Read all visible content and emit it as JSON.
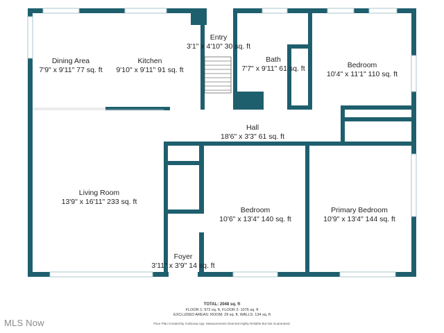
{
  "plan": {
    "wall_color": "#1e5f6e",
    "window_color": "#a8c4ce",
    "rooms": [
      {
        "id": "dining",
        "name": "Dining Area",
        "dims": "7'9\" x 9'11\" 77 sq. ft"
      },
      {
        "id": "kitchen",
        "name": "Kitchen",
        "dims": "9'10\" x 9'11\" 91 sq. ft"
      },
      {
        "id": "entry",
        "name": "Entry",
        "dims": "3'1\" x 4'10\" 30 sq. ft"
      },
      {
        "id": "bath",
        "name": "Bath",
        "dims": "7'7\" x 9'11\" 61 sq. ft"
      },
      {
        "id": "bedroom1",
        "name": "Bedroom",
        "dims": "10'4\" x 11'1\" 110 sq. ft"
      },
      {
        "id": "hall",
        "name": "Hall",
        "dims": "18'6\" x 3'3\" 61 sq. ft"
      },
      {
        "id": "living",
        "name": "Living Room",
        "dims": "13'9\" x 16'11\" 233 sq. ft"
      },
      {
        "id": "bedroom2",
        "name": "Bedroom",
        "dims": "10'6\" x 13'4\" 140 sq. ft"
      },
      {
        "id": "primary",
        "name": "Primary Bedroom",
        "dims": "10'9\" x 13'4\" 144 sq. ft"
      },
      {
        "id": "foyer",
        "name": "Foyer",
        "dims": "3'11\" x 3'9\" 14 sq. ft"
      }
    ]
  },
  "footer": {
    "total": "TOTAL: 2048 sq. ft",
    "floors": "FLOOR 1: 972 sq. ft, FLOOR 2: 1076 sq. ft",
    "excluded": "EXCLUDED AREAS: ROOM: 29 sq. ft, WALLS: 134 sq. ft",
    "disclaimer": "Floor Plan Created By Cubicasa App. Measurements Deemed Highly Reliable But Not Guaranteed."
  },
  "watermark": "MLS Now"
}
